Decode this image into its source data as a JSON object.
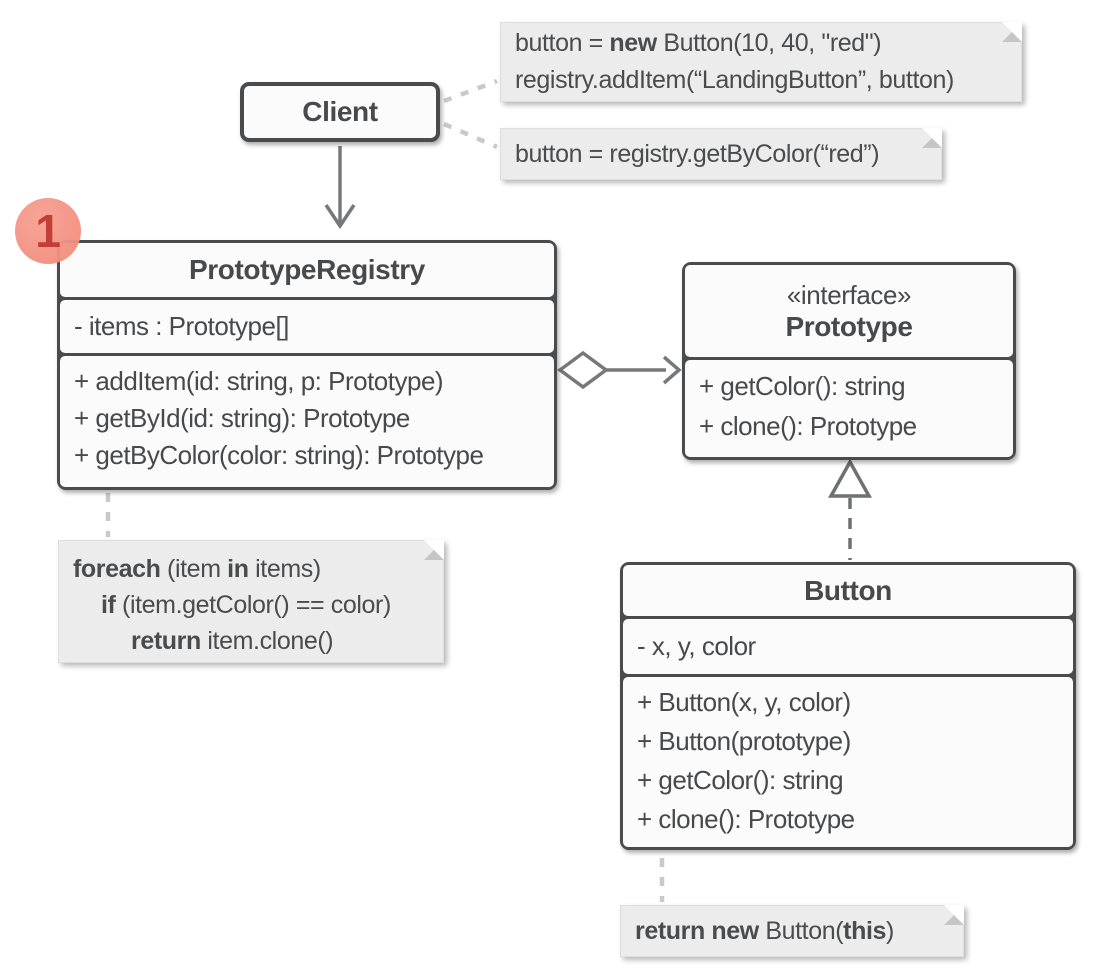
{
  "colors": {
    "box_border": "#4a4b4d",
    "box_fill": "#fbfbfb",
    "text": "#48494b",
    "note_fill": "#ececec",
    "note_fold": "#c6c6c6",
    "connector": "#77787a",
    "realization": "#6f7072",
    "note_dash": "#c9c9c9",
    "badge_fill": "#f5907e",
    "badge_text": "#c0342f"
  },
  "badge": {
    "value": "1"
  },
  "client": {
    "label": "Client"
  },
  "note_create": {
    "line1": {
      "p1": "button = ",
      "p2": "new",
      "p3": " Button(10, 40, \"red\")"
    },
    "line2": "registry.addItem(“LandingButton”, button)"
  },
  "note_get": {
    "line1": "button = registry.getByColor(“red”)"
  },
  "registry": {
    "title": "PrototypeRegistry",
    "attr1": "- items : Prototype[]",
    "m1": "+ addItem(id: string, p: Prototype)",
    "m2": "+ getById(id: string): Prototype",
    "m3": "+ getByColor(color: string): Prototype"
  },
  "prototype": {
    "stereotype": "«interface»",
    "title": "Prototype",
    "m1": "+ getColor(): string",
    "m2": "+ clone(): Prototype"
  },
  "button_class": {
    "title": "Button",
    "attr1": "- x, y, color",
    "m1": "+ Button(x, y, color)",
    "m2": "+ Button(prototype)",
    "m3": "+ getColor(): string",
    "m4": "+ clone(): Prototype"
  },
  "note_foreach": {
    "l1": {
      "p1": "foreach",
      "p2": " (item ",
      "p3": "in",
      "p4": " items)"
    },
    "l2": {
      "p1": "if",
      "p2": " (item.getColor() == color)"
    },
    "l3": {
      "p1": "return",
      "p2": " item.clone()"
    }
  },
  "note_clone": {
    "p1": "return new",
    "p2": " Button(",
    "p3": "this",
    "p4": ")"
  }
}
